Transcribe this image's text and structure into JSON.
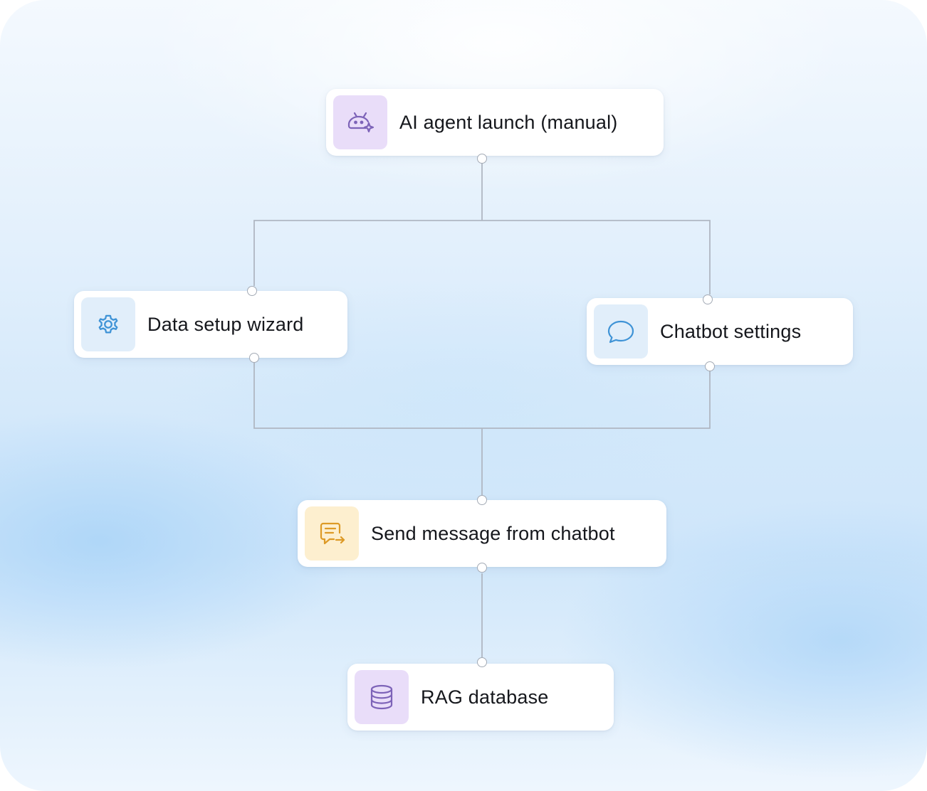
{
  "colors": {
    "purple_bg": "#e9ddf9",
    "purple_icon": "#7d63b8",
    "blue_bg": "#e1eefa",
    "blue_icon": "#3f93d6",
    "orange_bg": "#fdefcf",
    "orange_icon": "#dd9a26",
    "connector": "#b0b7c2"
  },
  "nodes": {
    "ai_launch": {
      "label": "AI agent launch (manual)",
      "icon": "robot-sparkle-icon"
    },
    "data_setup": {
      "label": "Data setup wizard",
      "icon": "gear-icon"
    },
    "chatbot_settings": {
      "label": "Chatbot settings",
      "icon": "chat-bubble-icon"
    },
    "send_message": {
      "label": "Send message from chatbot",
      "icon": "message-send-icon"
    },
    "rag_database": {
      "label": "RAG database",
      "icon": "database-icon"
    }
  }
}
